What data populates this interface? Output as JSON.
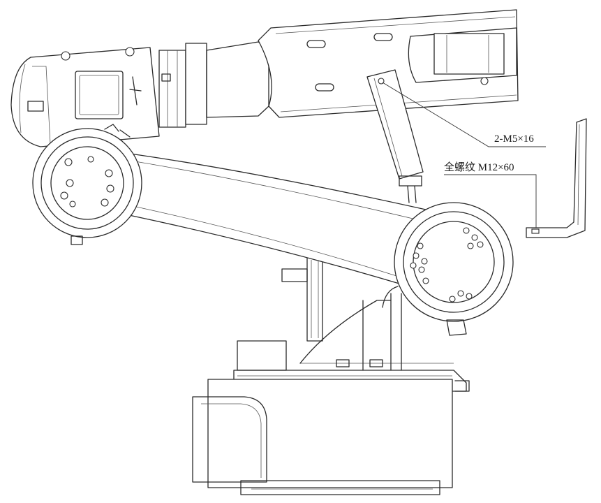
{
  "annotations": [
    {
      "id": "screw-callout",
      "text": "2-M5×16"
    },
    {
      "id": "thread-callout",
      "text": "全螺纹 M12×60"
    }
  ],
  "colors": {
    "line": "#2a2a2a",
    "background": "#ffffff"
  }
}
